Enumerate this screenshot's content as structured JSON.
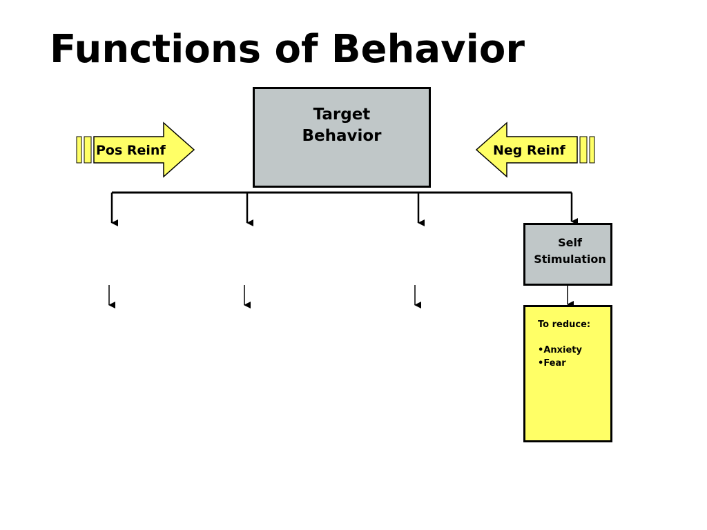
{
  "title": "Functions of Behavior",
  "colors": {
    "gray_box": "#c0c7c8",
    "yellow": "#ffff66",
    "line": "#000000"
  },
  "nodes": {
    "target": {
      "label": "Target\nBehavior"
    },
    "positive_reinforcement": {
      "label": "Pos Reinf"
    },
    "negative_reinforcement": {
      "label": "Neg Reinf"
    },
    "self_stimulation": {
      "label": "Self\nStimulation"
    },
    "reduce_box": {
      "heading": "To reduce:",
      "items": [
        "Anxiety",
        "Fear"
      ]
    }
  }
}
